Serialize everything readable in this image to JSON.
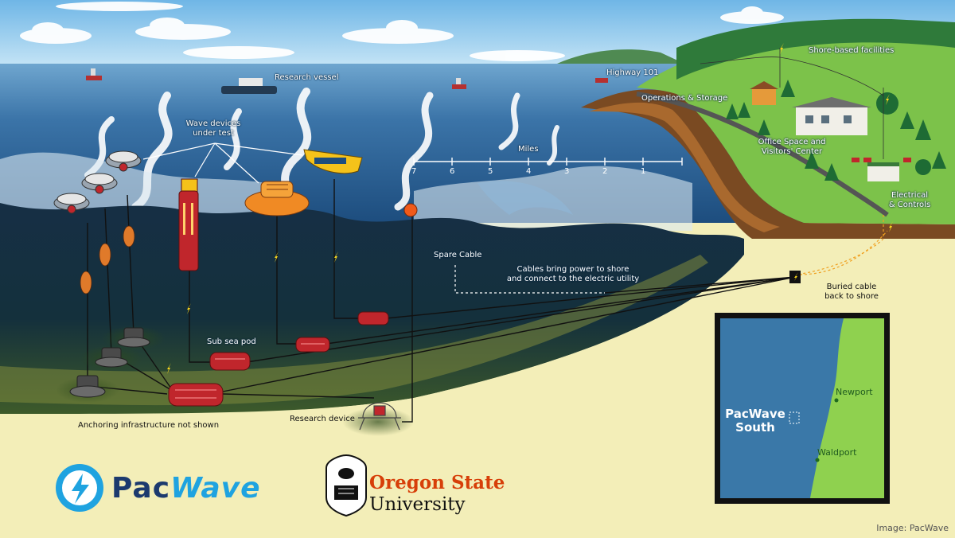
{
  "labels": {
    "research_vessel": "Research vessel",
    "highway": "Highway 101",
    "shore_facilities": "Shore-based facilities",
    "operations_storage": "Operations & Storage",
    "office_line1": "Office Space and",
    "office_line2": "Visitors' Center",
    "electrical_line1": "Electrical",
    "electrical_line2": "& Controls",
    "wave_devices_line1": "Wave devices",
    "wave_devices_line2": "under test",
    "miles": "Miles",
    "spare_cable": "Spare Cable",
    "cables_line1": "Cables bring power to shore",
    "cables_line2": "and connect to the electric utility",
    "buried_line1": "Buried cable",
    "buried_line2": "back to shore",
    "sub_sea_pod": "Sub sea pod",
    "anchoring": "Anchoring infrastructure not shown",
    "research_device": "Research device",
    "credit": "Image: PacWave"
  },
  "miles_scale": {
    "ticks": [
      "7",
      "6",
      "5",
      "4",
      "3",
      "2",
      "1"
    ]
  },
  "inset_map": {
    "site_line1": "PacWave",
    "site_line2": "South",
    "town1": "Newport",
    "town2": "Waldport"
  },
  "logos": {
    "pacwave_part1": "Pac",
    "pacwave_part2": "Wave",
    "osu_line1": "Oregon State",
    "osu_line2": "University"
  },
  "colors": {
    "sky": "#9fd0ee",
    "ocean_surface": "#2a5f8e",
    "ocean_deep": "#0f2b3e",
    "seafloor": "#f3eeb8",
    "land_green": "#7cc24a",
    "cliff_brown": "#7a4a22",
    "device_red": "#c0262c",
    "device_orange": "#f08a24",
    "device_yellow": "#f5c21a",
    "pacwave_blue": "#1fa3e0",
    "osu_orange": "#d73f09",
    "map_water": "#3a78a8",
    "map_land": "#8fd14f",
    "cable_power": "#f7d51e"
  }
}
